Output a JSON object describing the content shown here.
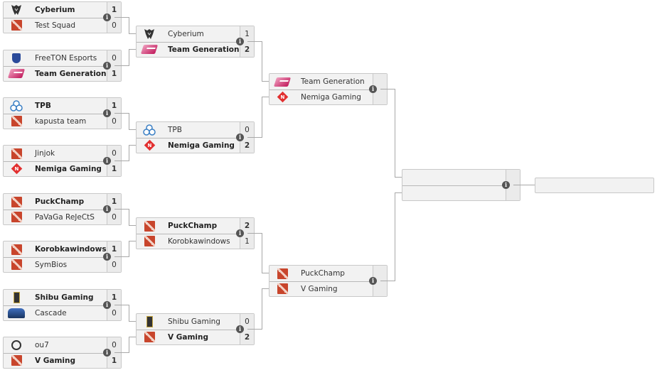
{
  "bracket": {
    "round1": [
      {
        "team1": {
          "name": "Cyberium",
          "logo": "cyberium",
          "score": "1",
          "winner": true
        },
        "team2": {
          "name": "Test Squad",
          "logo": "dota",
          "score": "0",
          "winner": false
        }
      },
      {
        "team1": {
          "name": "FreeTON Esports",
          "logo": "freeton",
          "score": "0",
          "winner": false
        },
        "team2": {
          "name": "Team Generation",
          "logo": "generation",
          "score": "1",
          "winner": true
        }
      },
      {
        "team1": {
          "name": "TPB",
          "logo": "tpb",
          "score": "1",
          "winner": true
        },
        "team2": {
          "name": "kapusta team",
          "logo": "dota",
          "score": "0",
          "winner": false
        }
      },
      {
        "team1": {
          "name": "Jinjok",
          "logo": "dota",
          "score": "0",
          "winner": false
        },
        "team2": {
          "name": "Nemiga Gaming",
          "logo": "nemiga",
          "score": "1",
          "winner": true
        }
      },
      {
        "team1": {
          "name": "PuckChamp",
          "logo": "dota",
          "score": "1",
          "winner": true
        },
        "team2": {
          "name": "PaVaGa ReJeCtS",
          "logo": "dota",
          "score": "0",
          "winner": false
        }
      },
      {
        "team1": {
          "name": "Korobkawindows",
          "logo": "dota",
          "score": "1",
          "winner": true
        },
        "team2": {
          "name": "SymBios",
          "logo": "dota",
          "score": "0",
          "winner": false
        }
      },
      {
        "team1": {
          "name": "Shibu Gaming",
          "logo": "shibu",
          "score": "1",
          "winner": true
        },
        "team2": {
          "name": "Cascade",
          "logo": "cascade",
          "score": "0",
          "winner": false
        }
      },
      {
        "team1": {
          "name": "ou7",
          "logo": "ou7",
          "score": "0",
          "winner": false
        },
        "team2": {
          "name": "V Gaming",
          "logo": "dota",
          "score": "1",
          "winner": true
        }
      }
    ],
    "round2": [
      {
        "team1": {
          "name": "Cyberium",
          "logo": "cyberium",
          "score": "1",
          "winner": false
        },
        "team2": {
          "name": "Team Generation",
          "logo": "generation",
          "score": "2",
          "winner": true
        }
      },
      {
        "team1": {
          "name": "TPB",
          "logo": "tpb",
          "score": "0",
          "winner": false
        },
        "team2": {
          "name": "Nemiga Gaming",
          "logo": "nemiga",
          "score": "2",
          "winner": true
        }
      },
      {
        "team1": {
          "name": "PuckChamp",
          "logo": "dota",
          "score": "2",
          "winner": true
        },
        "team2": {
          "name": "Korobkawindows",
          "logo": "dota",
          "score": "1",
          "winner": false
        }
      },
      {
        "team1": {
          "name": "Shibu Gaming",
          "logo": "shibu",
          "score": "0",
          "winner": false
        },
        "team2": {
          "name": "V Gaming",
          "logo": "dota",
          "score": "2",
          "winner": true
        }
      }
    ],
    "round3": [
      {
        "team1": {
          "name": "Team Generation",
          "logo": "generation",
          "score": "",
          "winner": false
        },
        "team2": {
          "name": "Nemiga Gaming",
          "logo": "nemiga",
          "score": "",
          "winner": false
        }
      },
      {
        "team1": {
          "name": "PuckChamp",
          "logo": "dota",
          "score": "",
          "winner": false
        },
        "team2": {
          "name": "V Gaming",
          "logo": "dota",
          "score": "",
          "winner": false
        }
      }
    ],
    "final": [
      {
        "team1": {
          "name": "",
          "logo": "",
          "score": "",
          "winner": false
        },
        "team2": {
          "name": "",
          "logo": "",
          "score": "",
          "winner": false
        }
      }
    ],
    "champion": {
      "name": ""
    },
    "info_icon_glyph": "i",
    "colors": {
      "box_bg": "#f2f2f2",
      "border": "#c8c8c8",
      "line": "#a8a8a8",
      "info": "#555555",
      "dota": "#c8452c"
    }
  }
}
